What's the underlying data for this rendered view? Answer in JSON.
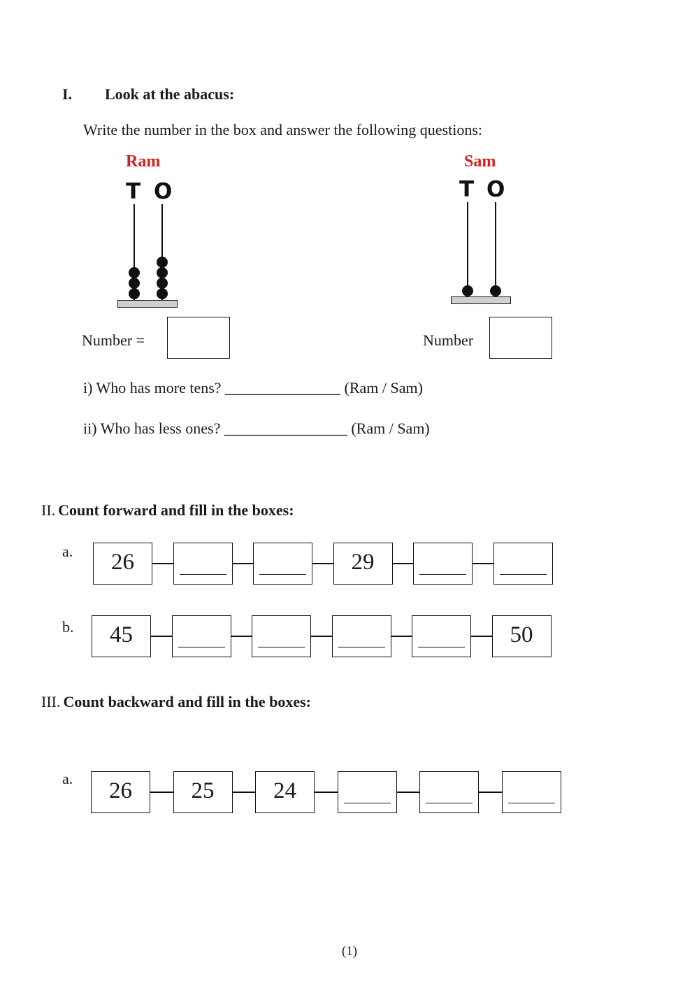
{
  "section1": {
    "numeral": "I.",
    "title": "Look at the abacus:",
    "instruction": "Write the number in the box and answer the following questions:",
    "ram": {
      "name": "Ram",
      "tens_label": "T",
      "ones_label": "O",
      "tens_beads": 3,
      "ones_beads": 4,
      "number_label": "Number ="
    },
    "sam": {
      "name": "Sam",
      "tens_label": "T",
      "ones_label": "O",
      "tens_beads": 1,
      "ones_beads": 1,
      "number_label": "Number"
    },
    "q1": "i) Who has more tens? _______________ (Ram / Sam)",
    "q2": "ii) Who has less ones? ________________ (Ram / Sam)"
  },
  "section2": {
    "numeral": "II.",
    "title": "Count forward and fill in the boxes:",
    "rows": [
      {
        "label": "a.",
        "cells": [
          "26",
          "",
          "",
          "29",
          "",
          ""
        ]
      },
      {
        "label": "b.",
        "cells": [
          "45",
          "",
          "",
          "",
          "",
          "50"
        ]
      }
    ]
  },
  "section3": {
    "numeral": "III.",
    "title": "Count backward and fill in the boxes:",
    "rows": [
      {
        "label": "a.",
        "cells": [
          "26",
          "25",
          "24",
          "",
          "",
          ""
        ]
      }
    ]
  },
  "footer": {
    "page_number": "(1)"
  }
}
